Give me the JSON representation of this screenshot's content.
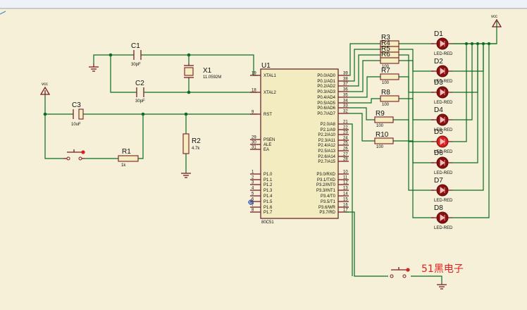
{
  "mcu": {
    "ref": "U1",
    "part": "80C51",
    "left_pins": [
      {
        "num": "19",
        "name": "XTAL1"
      },
      {
        "num": "18",
        "name": "XTAL2"
      },
      {
        "num": "9",
        "name": "RST"
      },
      {
        "num": "29",
        "name": "PSEN"
      },
      {
        "num": "30",
        "name": "ALE"
      },
      {
        "num": "31",
        "name": "EA"
      },
      {
        "num": "1",
        "name": "P1.0"
      },
      {
        "num": "2",
        "name": "P1.1"
      },
      {
        "num": "3",
        "name": "P1.2"
      },
      {
        "num": "4",
        "name": "P1.3"
      },
      {
        "num": "5",
        "name": "P1.4"
      },
      {
        "num": "6",
        "name": "P1.5"
      },
      {
        "num": "7",
        "name": "P1.6"
      },
      {
        "num": "8",
        "name": "P1.7"
      }
    ],
    "right_pins": [
      {
        "num": "39",
        "name": "P0.0/AD0"
      },
      {
        "num": "38",
        "name": "P0.1/AD1"
      },
      {
        "num": "37",
        "name": "P0.2/AD2"
      },
      {
        "num": "36",
        "name": "P0.3/AD3"
      },
      {
        "num": "35",
        "name": "P0.4/AD4"
      },
      {
        "num": "34",
        "name": "P0.5/AD5"
      },
      {
        "num": "33",
        "name": "P0.6/AD6"
      },
      {
        "num": "32",
        "name": "P0.7/AD7"
      },
      {
        "num": "21",
        "name": "P2.0/A8"
      },
      {
        "num": "22",
        "name": "P2.1/A9"
      },
      {
        "num": "23",
        "name": "P2.2/A10"
      },
      {
        "num": "24",
        "name": "P2.3/A11"
      },
      {
        "num": "25",
        "name": "P2.4/A12"
      },
      {
        "num": "26",
        "name": "P2.5/A13"
      },
      {
        "num": "27",
        "name": "P2.6/A14"
      },
      {
        "num": "28",
        "name": "P2.7/A15"
      },
      {
        "num": "10",
        "name": "P3.0/RXD"
      },
      {
        "num": "11",
        "name": "P3.1/TXD"
      },
      {
        "num": "12",
        "name": "P3.2/INT0"
      },
      {
        "num": "13",
        "name": "P3.3/INT1"
      },
      {
        "num": "14",
        "name": "P3.4/T0"
      },
      {
        "num": "15",
        "name": "P3.5/T1"
      },
      {
        "num": "16",
        "name": "P3.6/WR"
      },
      {
        "num": "17",
        "name": "P3.7/RD"
      }
    ]
  },
  "components": {
    "c1": {
      "ref": "C1",
      "value": "30pF"
    },
    "c2": {
      "ref": "C2",
      "value": "30pF"
    },
    "c3": {
      "ref": "C3",
      "value": "10uF"
    },
    "x1": {
      "ref": "X1",
      "value": "11.0592M"
    },
    "r1": {
      "ref": "R1",
      "value": "1k"
    },
    "r2": {
      "ref": "R2",
      "value": "4.7k"
    },
    "vcc_left": "vcc",
    "vcc_right": "vcc"
  },
  "resistors": [
    {
      "ref": "R3",
      "value": ""
    },
    {
      "ref": "R4",
      "value": ""
    },
    {
      "ref": "R5",
      "value": ""
    },
    {
      "ref": "R6",
      "value": "100"
    },
    {
      "ref": "R7",
      "value": "100"
    },
    {
      "ref": "R8",
      "value": "100"
    },
    {
      "ref": "R9",
      "value": "100"
    },
    {
      "ref": "R10",
      "value": "100"
    }
  ],
  "leds": [
    {
      "ref": "D1",
      "type": "LED-RED"
    },
    {
      "ref": "D2",
      "type": "LED-RED"
    },
    {
      "ref": "D3",
      "type": "LED-RED"
    },
    {
      "ref": "D4",
      "type": "LED-RED"
    },
    {
      "ref": "D5",
      "type": "LED-RED"
    },
    {
      "ref": "D6",
      "type": "LED-RED"
    },
    {
      "ref": "D7",
      "type": "LED-RED"
    },
    {
      "ref": "D8",
      "type": "LED-RED"
    }
  ],
  "watermark": "51黑电子",
  "colors": {
    "background": "#f5f0d7",
    "wire": "#0b6c23",
    "component": "#7a1c26",
    "led": "#d81f1f",
    "watermark": "#e02020"
  }
}
